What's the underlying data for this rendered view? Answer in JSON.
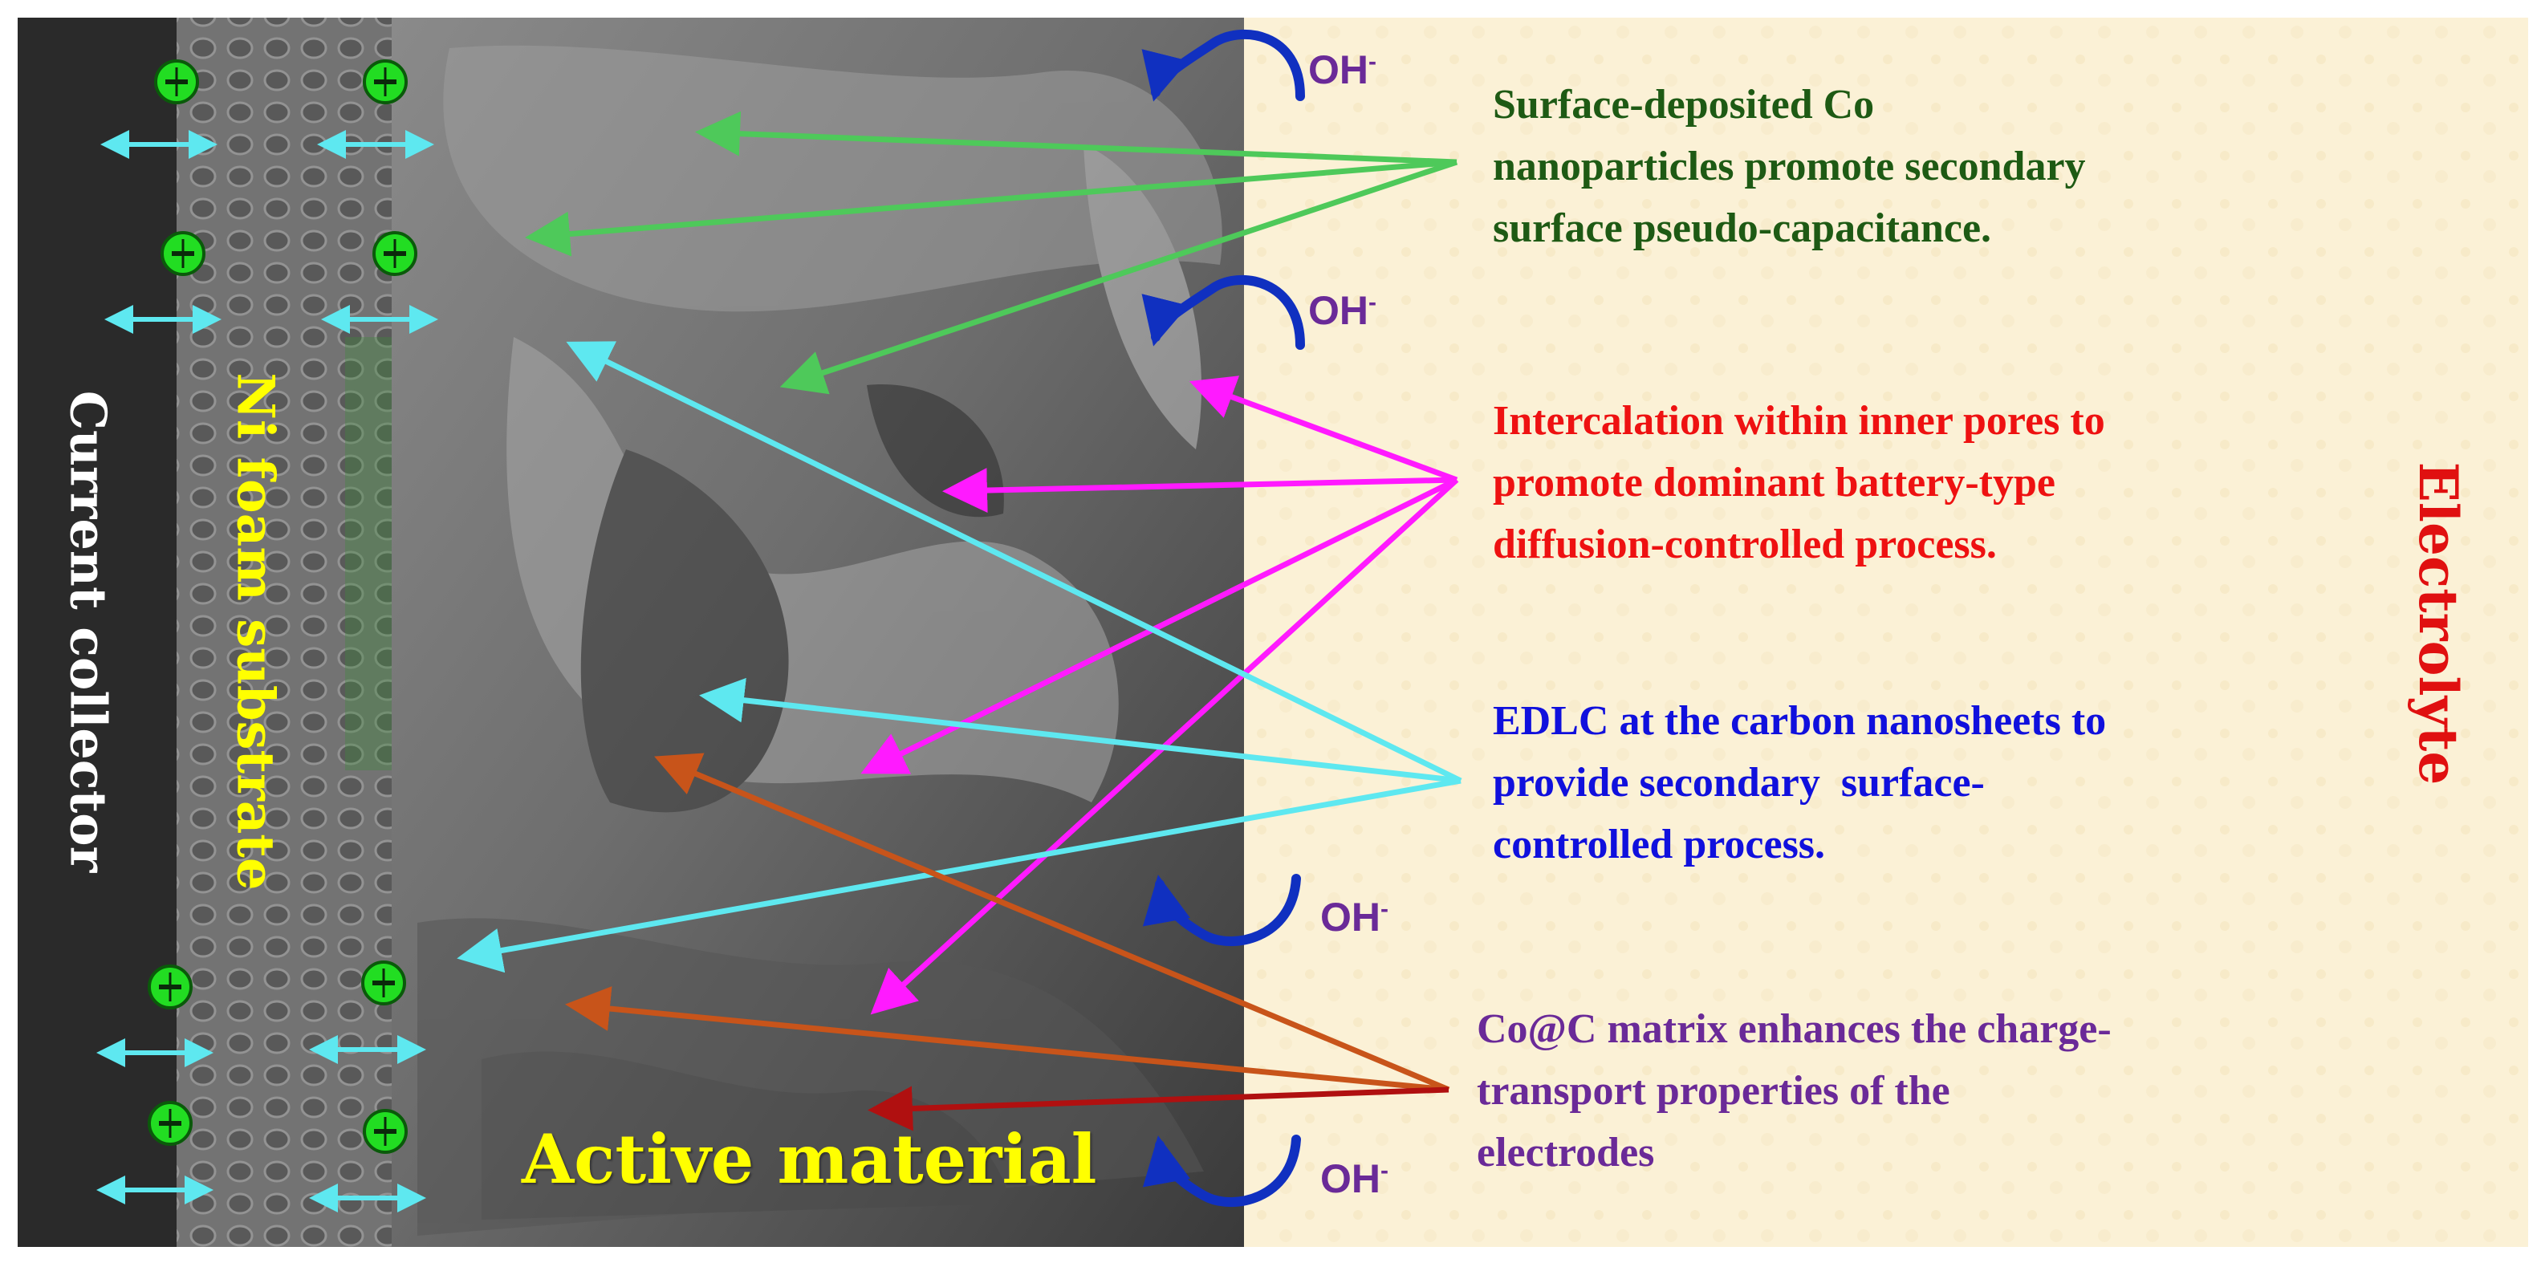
{
  "regions": {
    "current_collector": "Current collector",
    "ni_foam": "Ni foam substrate",
    "active_material": "Active material",
    "electrolyte": "Electrolyte"
  },
  "ions": {
    "symbol": "OH",
    "charge": "-"
  },
  "descriptions": {
    "co_nanoparticles": [
      "Surface-deposited Co",
      "nanoparticles promote secondary",
      "surface pseudo-capacitance."
    ],
    "intercalation": [
      "Intercalation within inner pores to",
      "promote dominant battery-type",
      "diffusion-controlled process."
    ],
    "edlc": [
      "EDLC at the carbon nanosheets to",
      "provide secondary  surface-",
      "controlled process."
    ],
    "co_c_matrix": [
      "Co@C matrix enhances the charge-",
      "transport properties of the",
      "electrodes"
    ]
  },
  "colors": {
    "collector": "#2a2a2a",
    "label_yellow": "#ffff00",
    "electrolyte_bg": "#fbf1d6",
    "co_green": "#4ec95a",
    "inter_magenta": "#ff1aff",
    "edlc_cyan": "#5ee8f0",
    "matrix_brown": "#c8541a",
    "matrix_dark": "#b01010",
    "ion_blue": "#1030c0",
    "electron_green": "#22dd22"
  },
  "icons": {
    "electron": "electron-minus-icon",
    "ion_arrow": "curved-arrow-icon",
    "transfer": "double-arrow-icon"
  }
}
